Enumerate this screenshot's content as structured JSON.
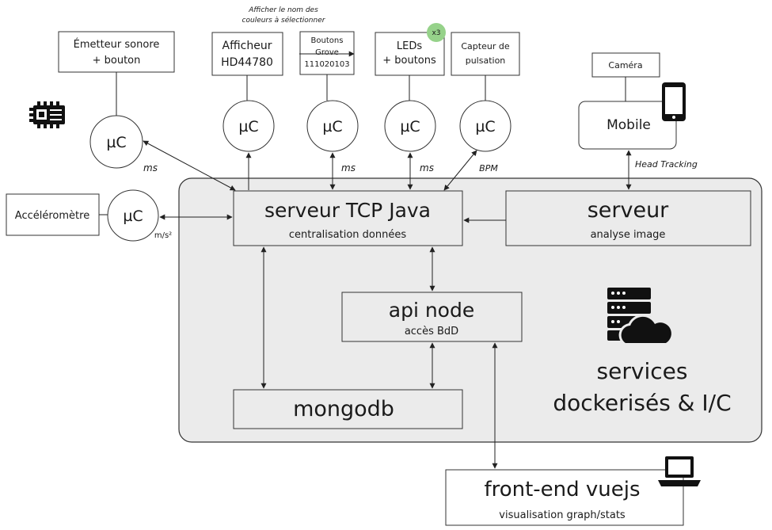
{
  "note_top": [
    "Afficher le nom des",
    "couleurs à sélectionner"
  ],
  "boxes": {
    "emetteur": [
      "Émetteur sonore",
      "+ bouton"
    ],
    "afficheur": [
      "Afficheur",
      "HD44780"
    ],
    "boutons": [
      "Boutons",
      "Grove",
      "111020103"
    ],
    "leds": [
      "LEDs",
      "+ boutons"
    ],
    "capteur": [
      "Capteur de",
      "pulsation"
    ],
    "camera": "Caméra",
    "mobile": "Mobile",
    "accelerometre": "Accéléromètre"
  },
  "badge_x3": "x3",
  "uc_label": "µC",
  "link_labels": {
    "ms1": "ms",
    "ms2": "ms",
    "ms3": "ms",
    "bpm": "BPM",
    "ms2_unit": "m/s²",
    "head_tracking": "Head Tracking"
  },
  "services": {
    "tcp_title": "serveur TCP Java",
    "tcp_sub": "centralisation données",
    "serveur_title": "serveur",
    "serveur_sub": "analyse image",
    "api_title": "api node",
    "api_sub": "accès BdD",
    "mongodb": "mongodb",
    "docker_label": [
      "services",
      "dockerisés & I/C"
    ]
  },
  "frontend": {
    "title": "front-end vuejs",
    "sub": "visualisation graph/stats"
  },
  "icons": [
    "microcontroller-board-icon",
    "smartphone-icon",
    "server-cloud-icon",
    "laptop-icon"
  ]
}
